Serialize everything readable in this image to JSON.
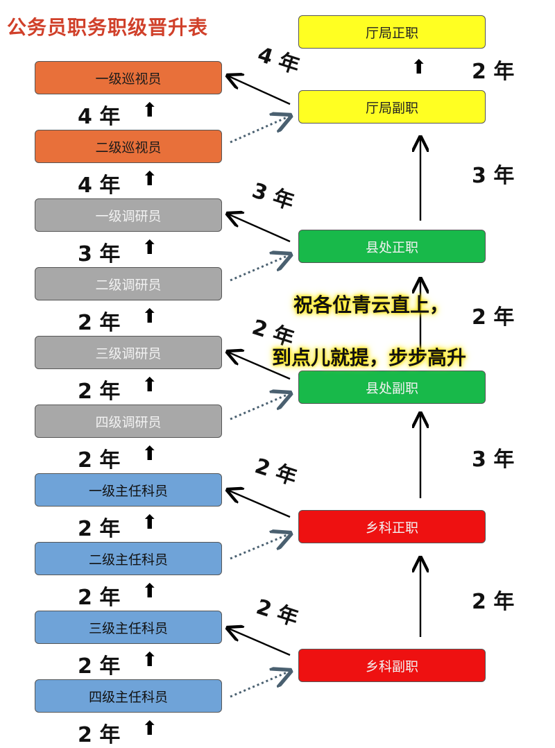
{
  "title": "公务员职务职级晋升表",
  "left_ladder": [
    {
      "label": "一级巡视员",
      "color": "orange",
      "years": "4 年"
    },
    {
      "label": "二级巡视员",
      "color": "orange",
      "years": "4 年"
    },
    {
      "label": "一级调研员",
      "color": "gray",
      "years": "3 年"
    },
    {
      "label": "二级调研员",
      "color": "gray",
      "years": "2 年"
    },
    {
      "label": "三级调研员",
      "color": "gray",
      "years": "2 年"
    },
    {
      "label": "四级调研员",
      "color": "gray",
      "years": "2 年"
    },
    {
      "label": "一级主任科员",
      "color": "blue",
      "years": "2 年"
    },
    {
      "label": "二级主任科员",
      "color": "blue",
      "years": "2 年"
    },
    {
      "label": "三级主任科员",
      "color": "blue",
      "years": "2 年"
    },
    {
      "label": "四级主任科员",
      "color": "blue",
      "years": "2 年"
    }
  ],
  "right_ladder": [
    {
      "label": "厅局正职",
      "color": "yellow"
    },
    {
      "label": "厅局副职",
      "color": "yellow"
    },
    {
      "label": "县处正职",
      "color": "green"
    },
    {
      "label": "县处副职",
      "color": "green"
    },
    {
      "label": "乡科正职",
      "color": "red"
    },
    {
      "label": "乡科副职",
      "color": "red"
    }
  ],
  "right_years": [
    "2 年",
    "3 年",
    "2 年",
    "3 年",
    "2 年"
  ],
  "cross_years": [
    "4 年",
    "3 年",
    "2 年",
    "2 年",
    "2 年"
  ],
  "slogan": [
    "祝各位青云直上，",
    "到点儿就提，步步高升"
  ]
}
